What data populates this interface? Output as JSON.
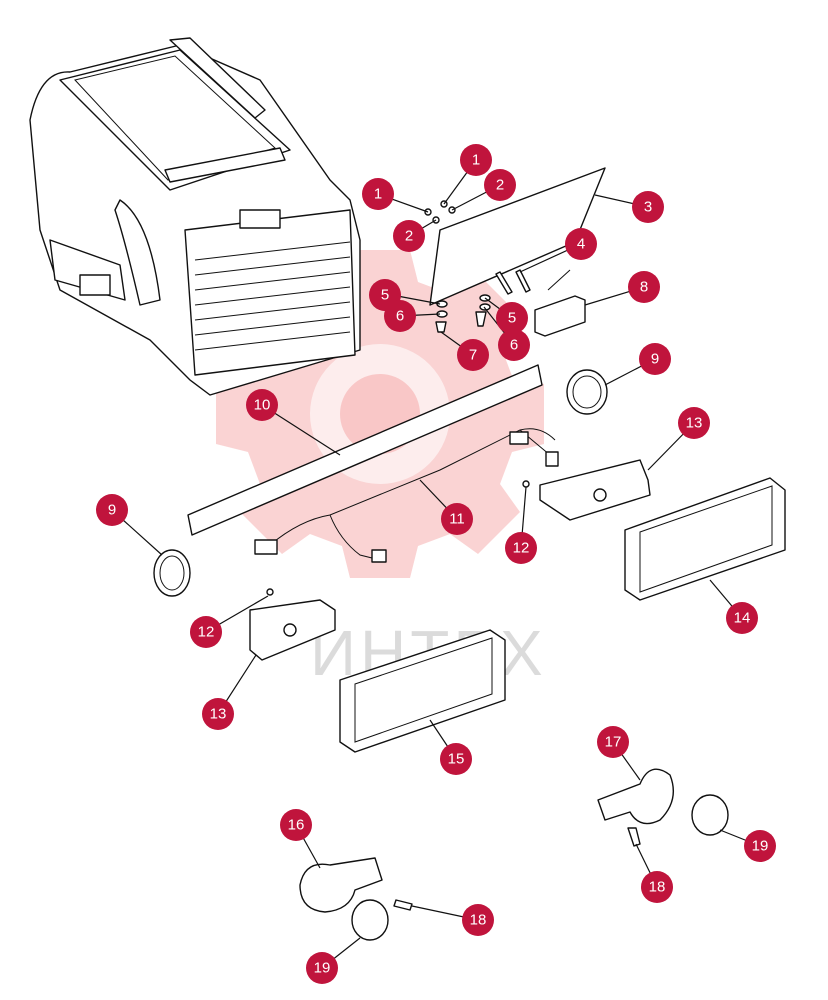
{
  "watermark": {
    "text": "ИНТЕХ",
    "color": "#f08080"
  },
  "callout_color": "#c0143c",
  "callouts": [
    "1",
    "2",
    "1",
    "2",
    "3",
    "4",
    "5",
    "6",
    "5",
    "7",
    "6",
    "8",
    "9",
    "10",
    "11",
    "13",
    "12",
    "9",
    "14",
    "12",
    "13",
    "15",
    "17",
    "16",
    "19",
    "18",
    "18",
    "19"
  ]
}
